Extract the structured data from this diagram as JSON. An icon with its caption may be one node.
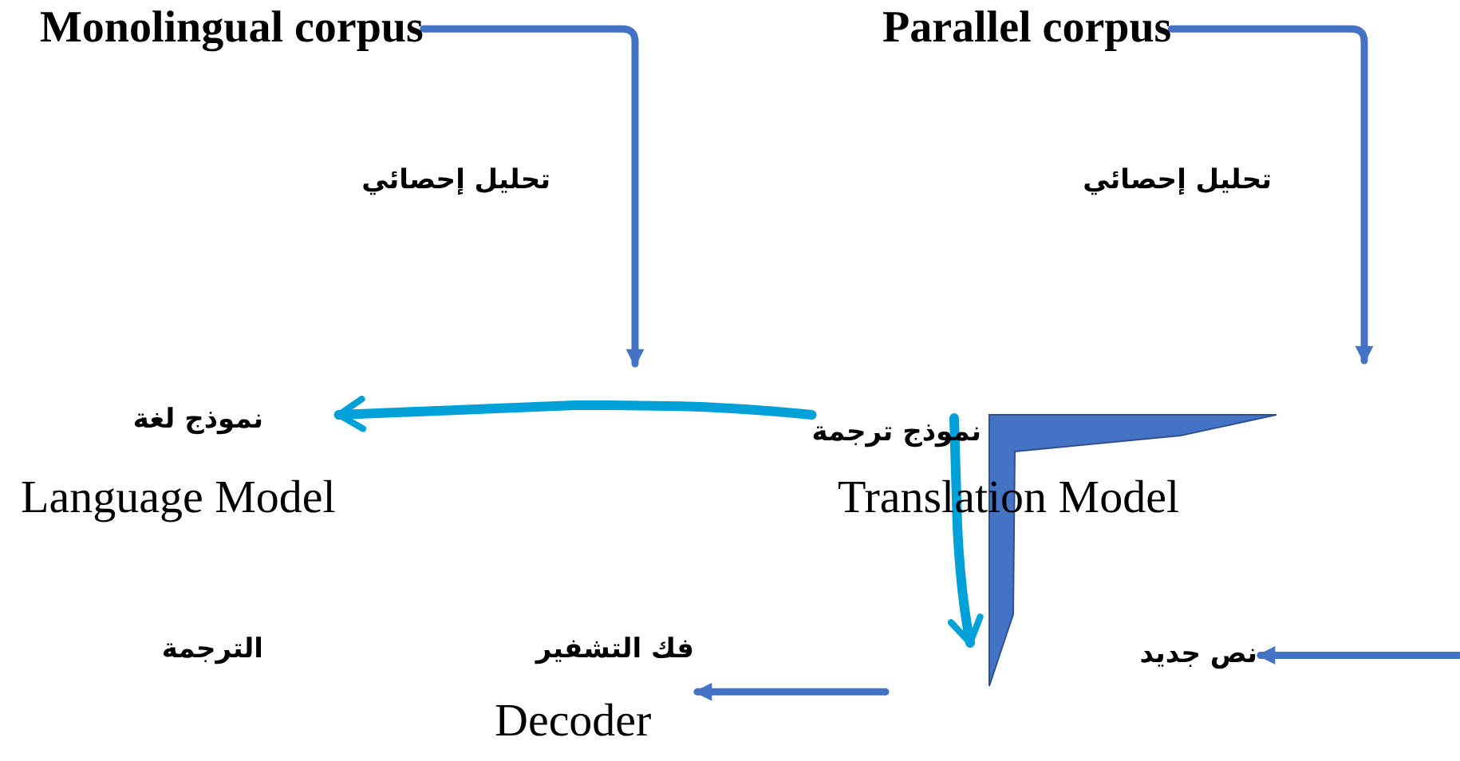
{
  "diagram": {
    "nodes": [
      {
        "text": [
          "Monolingual corpus"
        ]
      },
      {
        "text": [
          "Parallel corpus"
        ]
      },
      {
        "text": [
          "نموذج لغة",
          "Language Model"
        ]
      },
      {
        "text": [
          "نموذج ترجمة",
          "Translation Model"
        ]
      },
      {
        "text": [
          "فك التشفير",
          "Decoder"
        ]
      },
      {
        "text": [
          "الترجمة"
        ]
      },
      {
        "text": [
          "نص جديد"
        ]
      }
    ],
    "edges": [
      {
        "from": 0,
        "to": null,
        "arrow": "to",
        "label": "تحليل إحصائي"
      },
      {
        "from": 1,
        "to": null,
        "arrow": "to",
        "label": "تحليل إحصائي"
      },
      {
        "from": 3,
        "to": 2,
        "arrow": "to",
        "color": "#00a0d8"
      },
      {
        "from": 3,
        "to": null,
        "arrow": "to",
        "color": "#00a0d8"
      },
      {
        "from": null,
        "to": 4,
        "arrow": "to"
      },
      {
        "from": null,
        "to": 6,
        "arrow": "to"
      }
    ]
  }
}
